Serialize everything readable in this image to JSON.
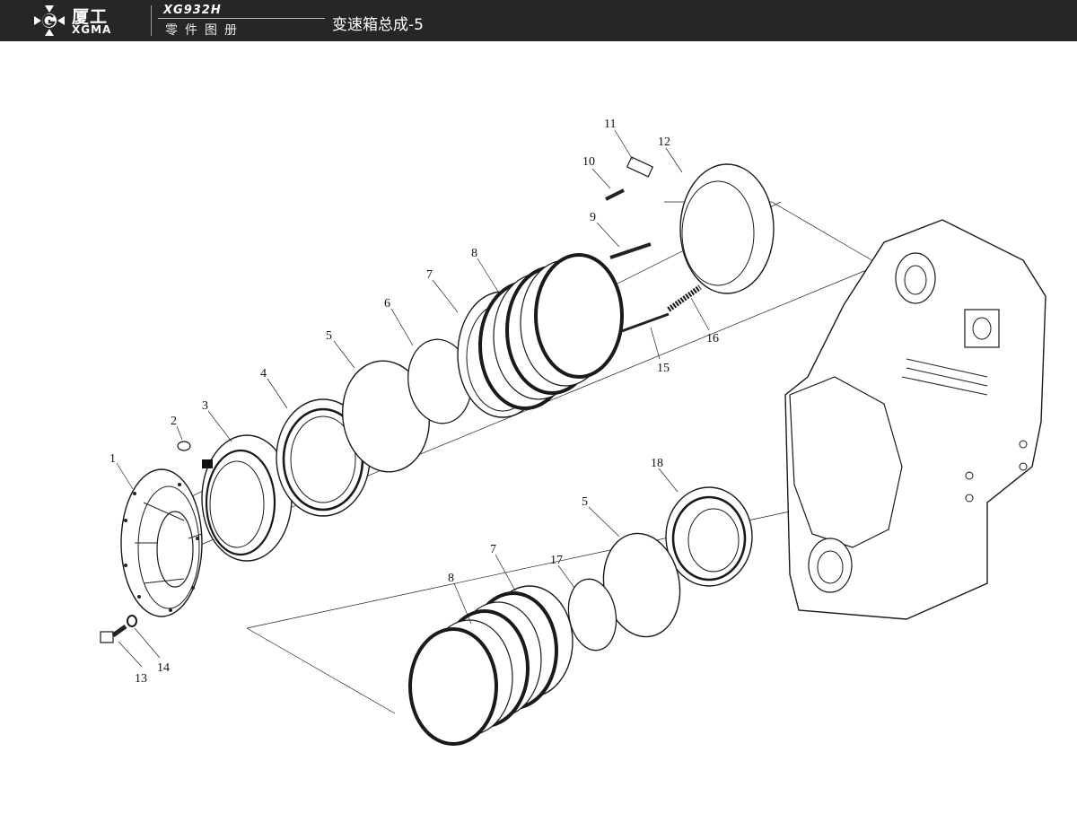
{
  "header": {
    "brand_cn": "厦工",
    "brand_en": "XGMA",
    "model": "XG932H",
    "subtitle": "零件图册",
    "page_title": "变速箱总成-5"
  },
  "diagram": {
    "callouts": [
      "1",
      "2",
      "3",
      "4",
      "5",
      "6",
      "7",
      "8",
      "9",
      "10",
      "11",
      "12",
      "13",
      "14",
      "15",
      "16",
      "18",
      "5",
      "17",
      "7",
      "8"
    ]
  },
  "colors": {
    "header_bg": "#262626",
    "line": "#1a1a1a"
  }
}
